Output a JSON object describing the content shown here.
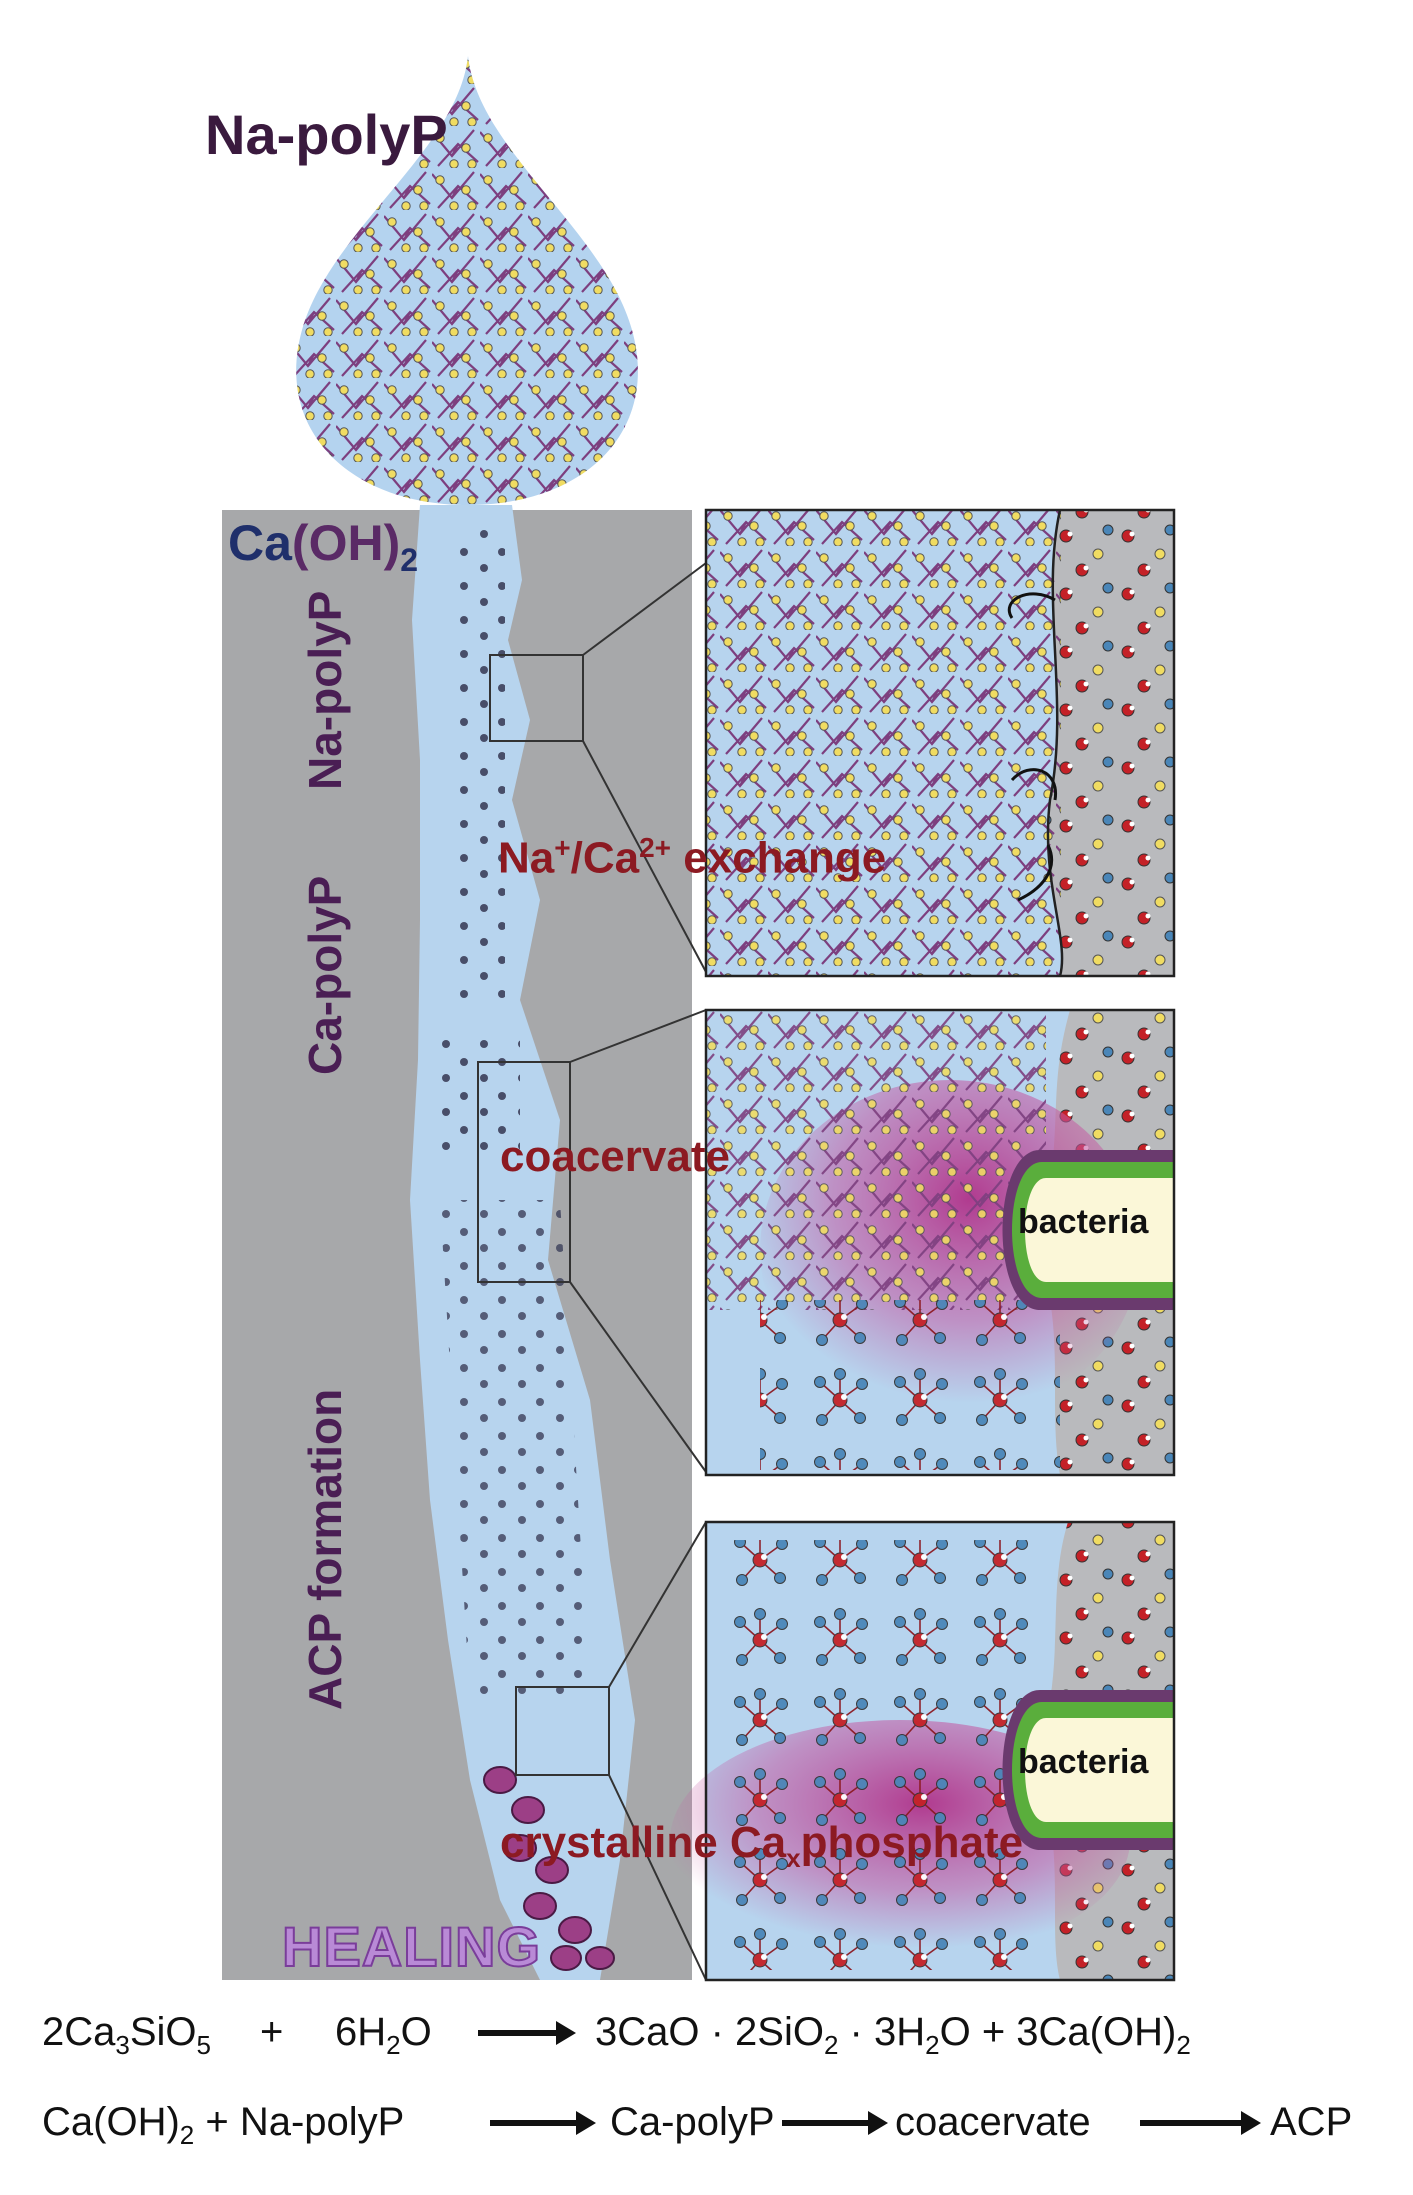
{
  "title": "Na-polyP",
  "caoh": {
    "main": "Ca",
    "oh": "(OH)",
    "sub": "2"
  },
  "side_labels": {
    "na_polyp": "Na-polyP",
    "ca_polyp": "Ca-polyP",
    "acp_formation": "ACP formation"
  },
  "annotations": {
    "exchange_a": "Na",
    "exchange_sup1": "+",
    "exchange_b": "/Ca",
    "exchange_sup2": "2+",
    "exchange_c": " exchange",
    "coacervate": "coacervate",
    "crystalline_a": "crystalline Ca",
    "crystalline_sub": "x",
    "crystalline_b": "phosphate",
    "bacteria_1": "bacteria",
    "bacteria_2": "bacteria",
    "healing": "HEALING"
  },
  "equation1": {
    "r1": "2Ca",
    "r1s1": "3",
    "r1b": "SiO",
    "r1s2": "5",
    "plus": "+",
    "r2": "6H",
    "r2s": "2",
    "r2b": "O",
    "p1": "3CaO · 2SiO",
    "p1s": "2",
    "p1b": " · 3H",
    "p1s2": "2",
    "p1c": "O + 3Ca(OH)",
    "p1s3": "2"
  },
  "equation2": {
    "a": "Ca(OH)",
    "as": "2",
    "ab": " + Na-polyP",
    "b": "Ca-polyP",
    "c": "coacervate",
    "d": "ACP"
  },
  "colors": {
    "gray_panel": "#a7a8aa",
    "water": "#b7d4ee",
    "droplet": "#b4d3ef",
    "polyp_chain": "#7d3f7f",
    "ion_yellow": "#f0dc62",
    "ion_red": "#c42127",
    "ion_blue": "#4a86b8",
    "bacteria_body": "#fbf7d8",
    "bacteria_ring": "#5aae3c",
    "bacteria_wall": "#6a3a6e",
    "glow": "#b0338a",
    "text_red": "#8c1a22"
  }
}
